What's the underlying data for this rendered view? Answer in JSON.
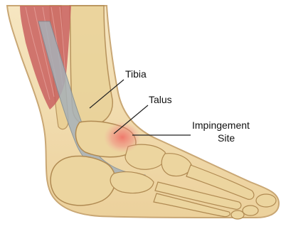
{
  "labels": {
    "tibia": "Tibia",
    "talus": "Talus",
    "impingement_line1": "Impingement",
    "impingement_line2": "Site"
  },
  "colors": {
    "skin": "#f3dfb4",
    "skin_outline": "#c9a774",
    "bone": "#ead39a",
    "bone_outline": "#b08a52",
    "muscle": "#c9605f",
    "tendon": "#a7b1b8",
    "highlight": "#f07a7a",
    "leader_line": "#222222"
  }
}
